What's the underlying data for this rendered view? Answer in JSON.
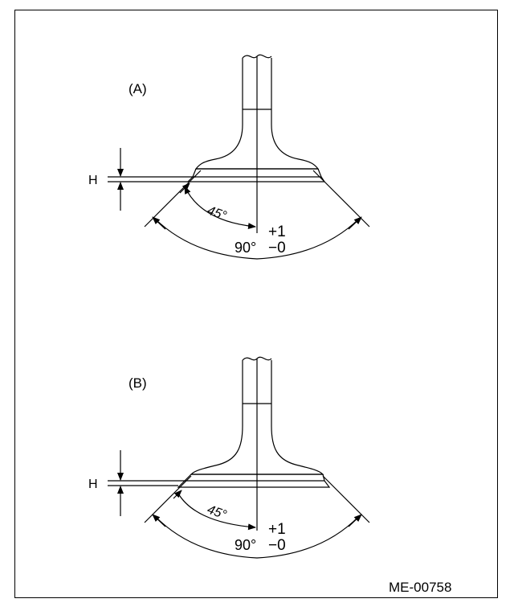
{
  "figure_id": "ME-00758",
  "views": [
    {
      "label": "(A)",
      "height_label": "H",
      "seat_angle_label": "45°",
      "face_angle_label": "90°",
      "tolerance_upper": "+1",
      "tolerance_lower": "−0"
    },
    {
      "label": "(B)",
      "height_label": "H",
      "seat_angle_label": "45°",
      "face_angle_label": "90°",
      "tolerance_upper": "+1",
      "tolerance_lower": "−0"
    }
  ]
}
